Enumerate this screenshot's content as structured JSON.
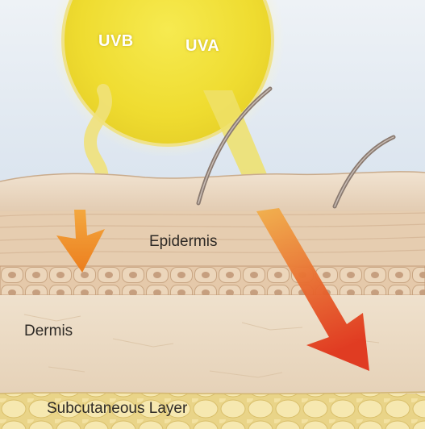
{
  "labels": {
    "uvb": "UVB",
    "uva": "UVA",
    "epidermis": "Epidermis",
    "dermis": "Dermis",
    "subcutaneous": "Subcutaneous Layer"
  },
  "colors": {
    "sky": "#dfe8f1",
    "sun": "#f2e23a",
    "uvb_ray": "#f0e17a",
    "uva_ray": "#efe06a",
    "uvb_arrow": "#f08a1a",
    "uva_arrow": "#e0341a",
    "epidermis": "#e6cdb0",
    "dermis": "#ecdcc6",
    "subcutaneous": "#efdf9a",
    "hair": "#8a7a70"
  },
  "icons": {
    "sun": "sun-icon",
    "uvb_ray": "wavy-ray-icon",
    "uva_ray": "straight-ray-icon",
    "arrow": "arrow-icon",
    "hair": "hair-strand-icon"
  }
}
